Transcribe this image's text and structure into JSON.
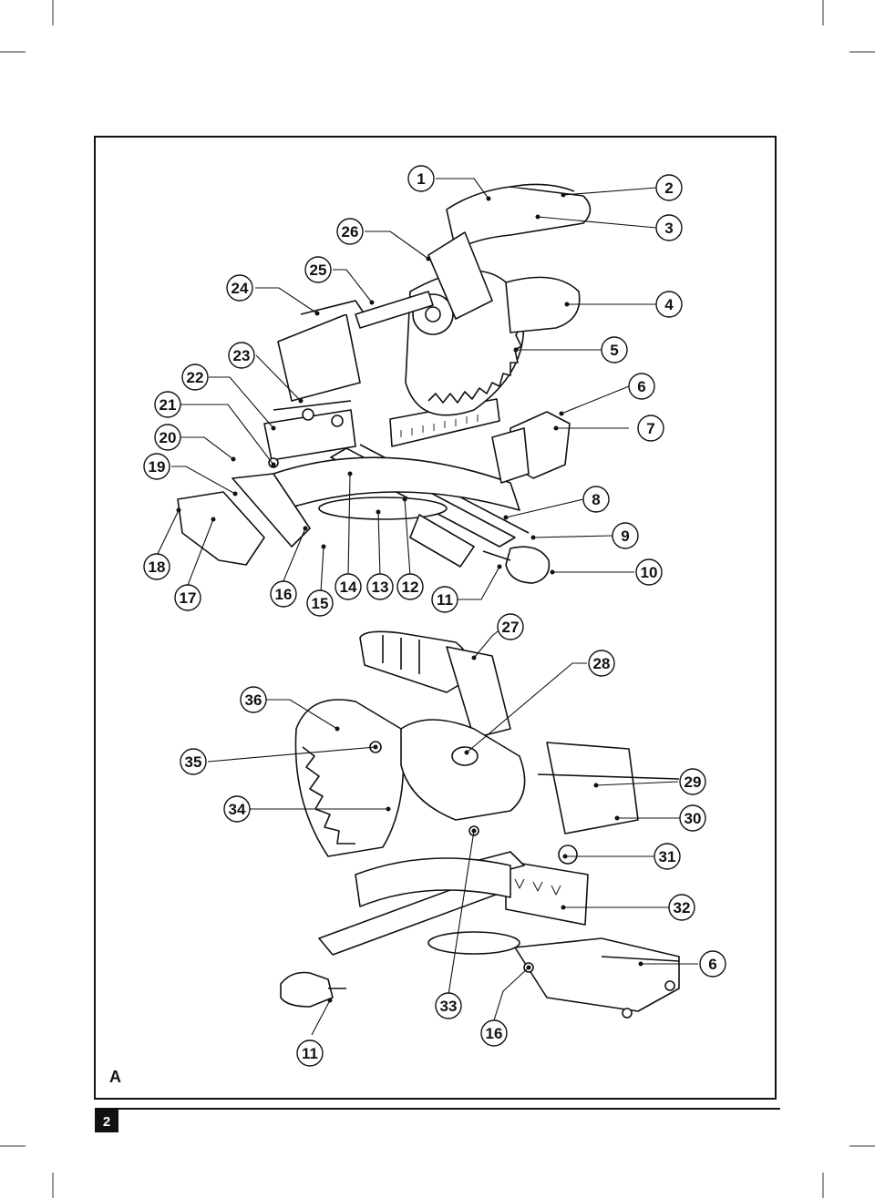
{
  "figure": {
    "letter": "A",
    "callouts_top": [
      "1",
      "2",
      "3",
      "4",
      "5",
      "6",
      "7",
      "8",
      "9",
      "10",
      "11",
      "12",
      "13",
      "14",
      "15",
      "16",
      "17",
      "18",
      "19",
      "20",
      "21",
      "22",
      "23",
      "24",
      "25",
      "26"
    ],
    "callouts_bottom": [
      "27",
      "28",
      "29",
      "30",
      "31",
      "32",
      "6",
      "16",
      "33",
      "11",
      "34",
      "35",
      "36"
    ]
  },
  "page": {
    "number": "2"
  }
}
